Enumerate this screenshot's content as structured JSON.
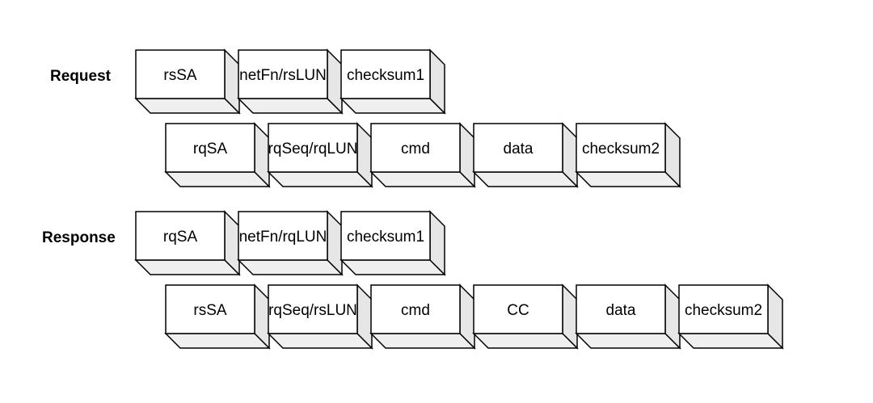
{
  "request": {
    "label": "Request",
    "row1": [
      "rsSA",
      "netFn/rsLUN",
      "checksum1"
    ],
    "row2": [
      "rqSA",
      "rqSeq/rqLUN",
      "cmd",
      "data",
      "checksum2"
    ]
  },
  "response": {
    "label": "Response",
    "row1": [
      "rqSA",
      "netFn/rqLUN",
      "checksum1"
    ],
    "row2": [
      "rsSA",
      "rqSeq/rsLUN",
      "cmd",
      "CC",
      "data",
      "checksum2"
    ]
  },
  "colors": {
    "front": "#ffffff",
    "side": "#e6e6e6",
    "bottom": "#efefef",
    "stroke": "#000000"
  }
}
